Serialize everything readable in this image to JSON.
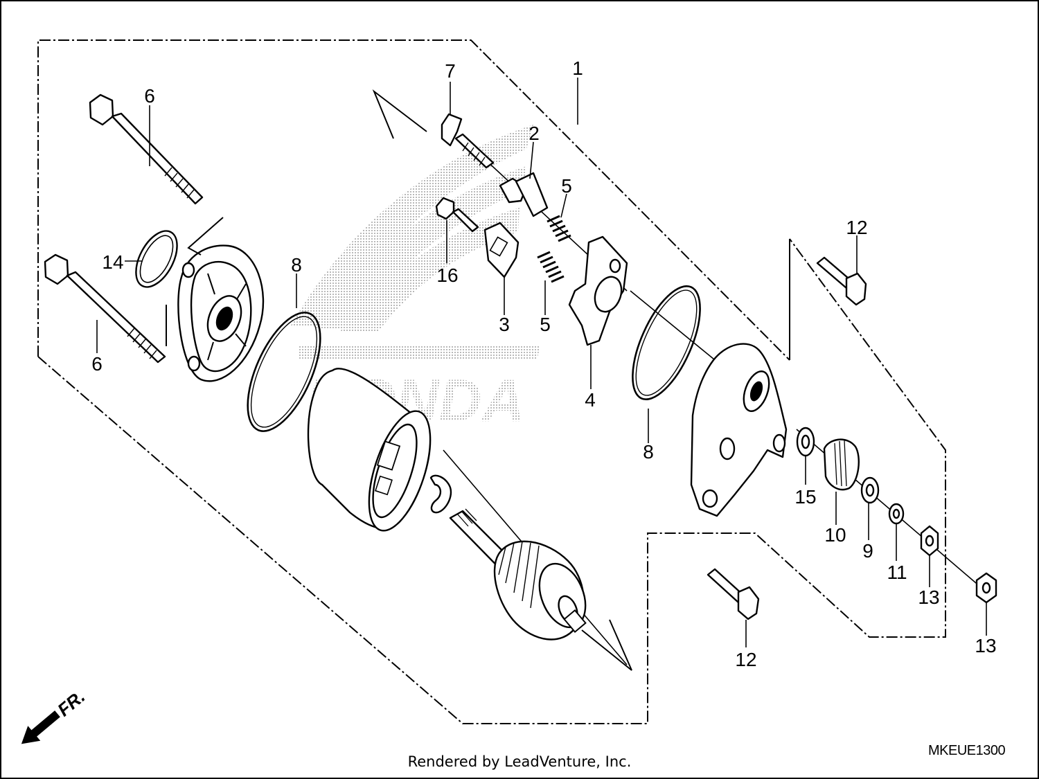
{
  "brand": {
    "logo_text": "HONDA",
    "fr_mark": "FR."
  },
  "callouts": {
    "c1": "1",
    "c2": "2",
    "c3": "3",
    "c4": "4",
    "c5a": "5",
    "c5b": "5",
    "c6a": "6",
    "c6b": "6",
    "c7": "7",
    "c8a": "8",
    "c8b": "8",
    "c9": "9",
    "c10": "10",
    "c11": "11",
    "c12a": "12",
    "c12b": "12",
    "c13a": "13",
    "c13b": "13",
    "c14": "14",
    "c15": "15",
    "c16": "16"
  },
  "footer": {
    "credit": "Rendered by LeadVenture, Inc.",
    "diagram_code": "MKEUE1300"
  }
}
